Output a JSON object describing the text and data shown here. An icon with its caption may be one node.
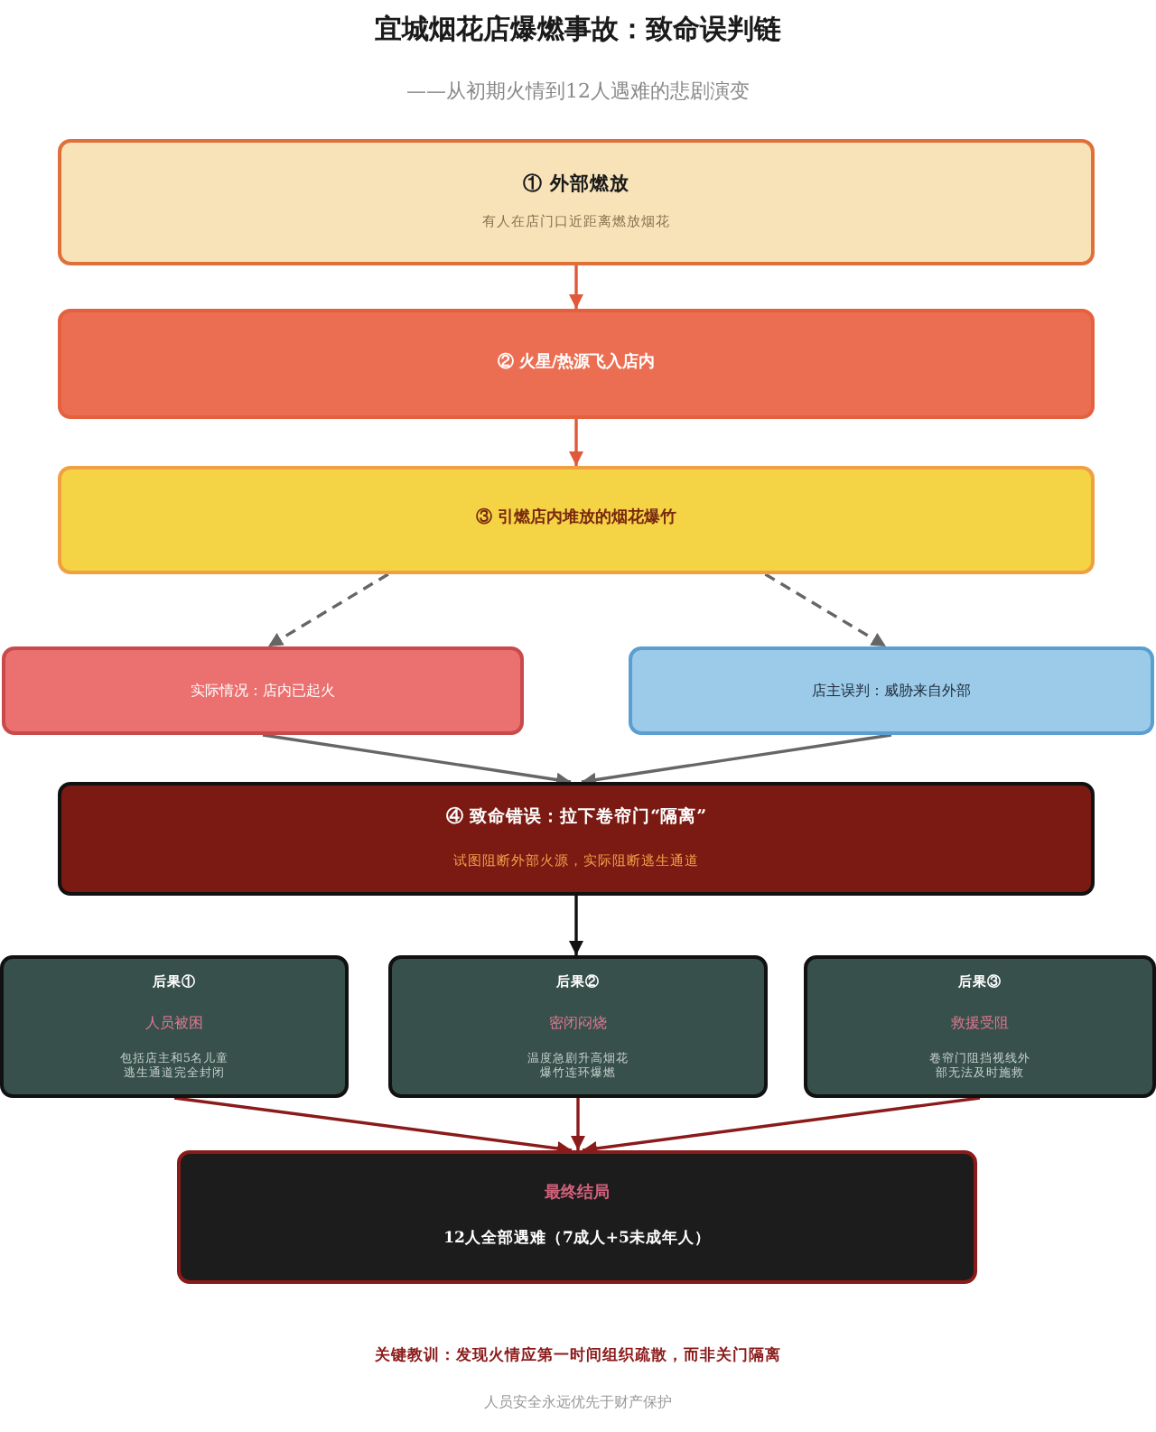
{
  "diagram": {
    "title": "宜城烟花店爆燃事故：致命误判链",
    "caption": "——从初期火情到12人遇难的悲剧演变",
    "nodes": [
      {
        "text": [
          "① 外部燃放",
          "有人在店门口近距离燃放烟花"
        ]
      },
      {
        "text": [
          "② 火星/热源飞入店内"
        ]
      },
      {
        "text": [
          "③ 引燃店内堆放的烟花爆竹"
        ]
      },
      {
        "text": [
          "实际情况：店内已起火"
        ]
      },
      {
        "text": [
          "店主误判：威胁来自外部"
        ]
      },
      {
        "text": [
          "④ 致命错误：拉下卷帘门“隔离”",
          "试图阻断外部火源，实际阻断逃生通道"
        ]
      },
      {
        "text": [
          "后果①",
          "人员被困",
          "包括店主和5名儿童逃生通道完全封闭"
        ]
      },
      {
        "text": [
          "后果②",
          "密闭闷烧",
          "温度急剧升高烟花爆竹连环爆燃"
        ]
      },
      {
        "text": [
          "后果③",
          "救援受阻",
          "卷帘门阻挡视线外部无法及时施救"
        ]
      },
      {
        "text": [
          "最终结局",
          "12人全部遇难（7成人+5未成年人）"
        ]
      }
    ],
    "edges": [
      {
        "from": 0,
        "to": 1,
        "arrow": "to",
        "color": "#e0593a"
      },
      {
        "from": 1,
        "to": 2,
        "arrow": "to",
        "color": "#e0593a"
      },
      {
        "from": 2,
        "to": 3,
        "arrow": "to",
        "style": "dashed"
      },
      {
        "from": 2,
        "to": 4,
        "arrow": "to",
        "style": "dashed"
      },
      {
        "from": 3,
        "to": 5,
        "arrow": "to"
      },
      {
        "from": 4,
        "to": 5,
        "arrow": "to"
      },
      {
        "from": 5,
        "to": 7,
        "arrow": "to",
        "color": "#111111"
      },
      {
        "from": 6,
        "to": 9,
        "arrow": "to",
        "color": "#8b1a1a"
      },
      {
        "from": 7,
        "to": 9,
        "arrow": "to",
        "color": "#8b1a1a"
      },
      {
        "from": 8,
        "to": 9,
        "arrow": "to",
        "color": "#8b1a1a"
      }
    ],
    "labels": [
      "关键教训：发现火情应第一时间组织疏散，而非关门隔离",
      "人员安全永远优先于财产保护"
    ]
  }
}
